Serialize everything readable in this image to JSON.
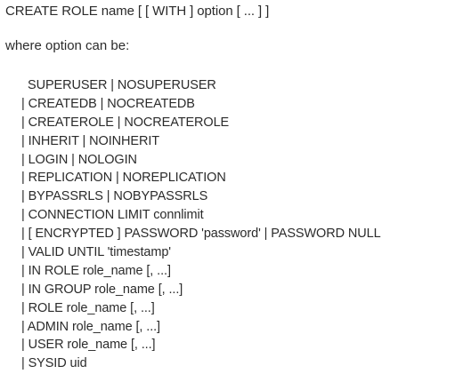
{
  "document": {
    "syntax": "CREATE ROLE name [ [ WITH ] option [ ... ] ]",
    "where_text": "where option can be:",
    "options": [
      "SUPERUSER | NOSUPERUSER",
      "| CREATEDB | NOCREATEDB",
      "| CREATEROLE | NOCREATEROLE",
      "| INHERIT | NOINHERIT",
      "| LOGIN | NOLOGIN",
      "| REPLICATION | NOREPLICATION",
      "| BYPASSRLS | NOBYPASSRLS",
      "| CONNECTION LIMIT connlimit",
      "| [ ENCRYPTED ] PASSWORD 'password' | PASSWORD NULL",
      "| VALID UNTIL 'timestamp'",
      "| IN ROLE role_name [, ...]",
      "| IN GROUP role_name [, ...]",
      "| ROLE role_name [, ...]",
      "| ADMIN role_name [, ...]",
      "| USER role_name [, ...]",
      "| SYSID uid"
    ]
  }
}
